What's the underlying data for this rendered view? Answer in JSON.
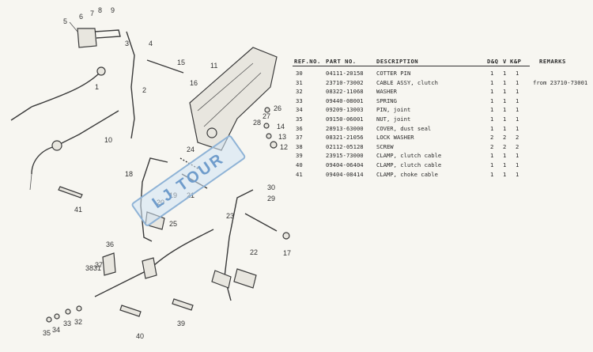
{
  "table": {
    "headers": {
      "ref": "REF.NO.",
      "part": "PART NO.",
      "desc": "DESCRIPTION",
      "qty1": "D&Q",
      "qty2": "V",
      "qty3": "K&P",
      "remarks": "REMARKS"
    },
    "rows": [
      {
        "ref": "30",
        "part": "04111-20158",
        "desc": "COTTER PIN",
        "q1": "1",
        "q2": "1",
        "q3": "1",
        "remarks": ""
      },
      {
        "ref": "31",
        "part": "23710-73002",
        "desc": "CABLE ASSY, clutch",
        "q1": "1",
        "q2": "1",
        "q3": "1",
        "remarks": "from 23710-73001"
      },
      {
        "ref": "32",
        "part": "08322-11068",
        "desc": "WASHER",
        "q1": "1",
        "q2": "1",
        "q3": "1",
        "remarks": ""
      },
      {
        "ref": "33",
        "part": "09440-08001",
        "desc": "SPRING",
        "q1": "1",
        "q2": "1",
        "q3": "1",
        "remarks": ""
      },
      {
        "ref": "34",
        "part": "09209-13003",
        "desc": "PIN, joint",
        "q1": "1",
        "q2": "1",
        "q3": "1",
        "remarks": ""
      },
      {
        "ref": "35",
        "part": "09150-06001",
        "desc": "NUT, joint",
        "q1": "1",
        "q2": "1",
        "q3": "1",
        "remarks": ""
      },
      {
        "ref": "36",
        "part": "28913-63000",
        "desc": "COVER, dust seal",
        "q1": "1",
        "q2": "1",
        "q3": "1",
        "remarks": ""
      },
      {
        "ref": "37",
        "part": "08321-21056",
        "desc": "LOCK WASHER",
        "q1": "2",
        "q2": "2",
        "q3": "2",
        "remarks": ""
      },
      {
        "ref": "38",
        "part": "02112-05128",
        "desc": "SCREW",
        "q1": "2",
        "q2": "2",
        "q3": "2",
        "remarks": ""
      },
      {
        "ref": "39",
        "part": "23915-73000",
        "desc": "CLAMP, clutch cable",
        "q1": "1",
        "q2": "1",
        "q3": "1",
        "remarks": ""
      },
      {
        "ref": "40",
        "part": "09404-06404",
        "desc": "CLAMP, clutch cable",
        "q1": "1",
        "q2": "1",
        "q3": "1",
        "remarks": ""
      },
      {
        "ref": "41",
        "part": "09404-08414",
        "desc": "CLAMP, choke cable",
        "q1": "1",
        "q2": "1",
        "q3": "1",
        "remarks": ""
      }
    ]
  },
  "callouts": [
    "1",
    "2",
    "3",
    "4",
    "5",
    "6",
    "7",
    "8",
    "9",
    "10",
    "11",
    "12",
    "13",
    "14",
    "15",
    "16",
    "17",
    "18",
    "19",
    "20",
    "21",
    "22",
    "23",
    "24",
    "25",
    "26",
    "27",
    "28",
    "29",
    "30",
    "31",
    "32",
    "33",
    "34",
    "35",
    "36",
    "37",
    "38",
    "39",
    "40",
    "41"
  ],
  "watermark": "LJ TOUR"
}
